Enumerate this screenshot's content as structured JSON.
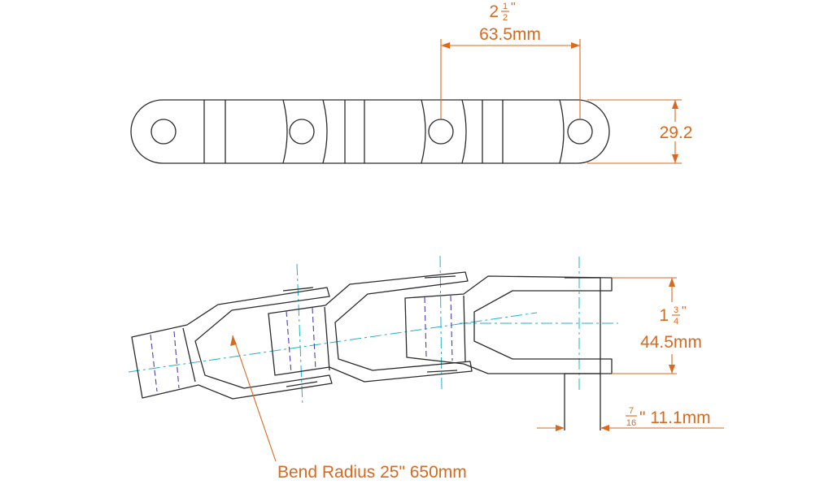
{
  "top_view": {
    "pitch_whole": "2",
    "pitch_frac_num": "1",
    "pitch_frac_den": "2",
    "pitch_inch_mark": "\"",
    "pitch_mm": "63.5mm",
    "height": "29.2"
  },
  "side_view": {
    "width_whole": "1",
    "width_frac_num": "3",
    "width_frac_den": "4",
    "width_inch_mark": "\"",
    "width_mm": "44.5mm",
    "thickness_frac_num": "7",
    "thickness_frac_den": "16",
    "thickness_rest": "\" 11.1mm",
    "bend_radius": "Bend Radius 25\" 650mm"
  },
  "colors": {
    "outline": "#2b2b2b",
    "dimension": "#d9691e",
    "center_line": "#18b4cc",
    "hidden_line": "#4a3fb0"
  }
}
